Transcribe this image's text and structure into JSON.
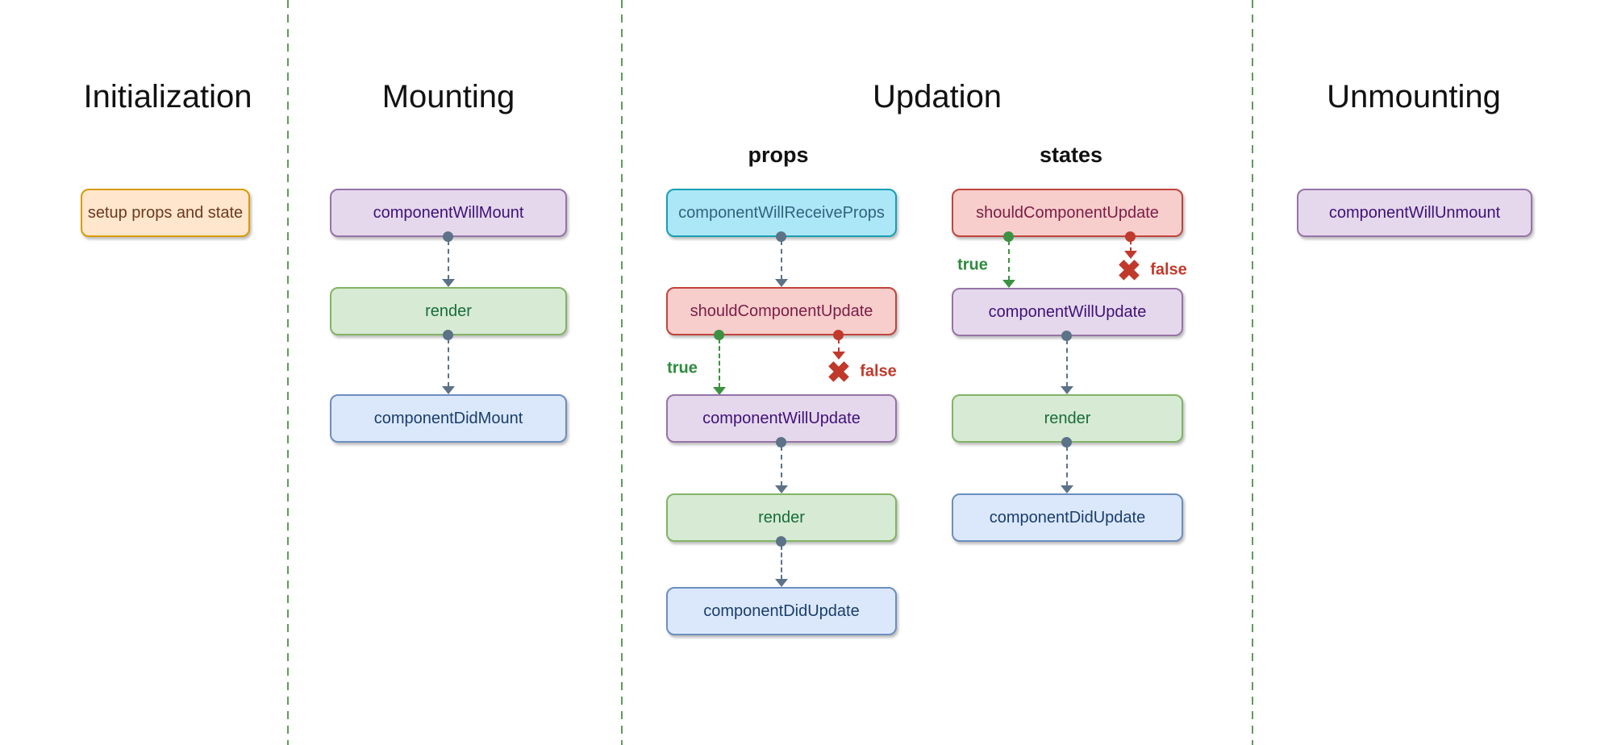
{
  "sections": {
    "initialization": {
      "title": "Initialization",
      "nodes": {
        "setup": {
          "label": "setup props and state"
        }
      }
    },
    "mounting": {
      "title": "Mounting",
      "nodes": {
        "component_will_mount": {
          "label": "componentWillMount"
        },
        "render": {
          "label": "render"
        },
        "component_did_mount": {
          "label": "componentDidMount"
        }
      }
    },
    "updation": {
      "title": "Updation",
      "props": {
        "subtitle": "props",
        "nodes": {
          "component_will_receive_props": {
            "label": "componentWillReceiveProps"
          },
          "should_component_update": {
            "label": "shouldComponentUpdate"
          },
          "component_will_update": {
            "label": "componentWillUpdate"
          },
          "render": {
            "label": "render"
          },
          "component_did_update": {
            "label": "componentDidUpdate"
          }
        },
        "branch": {
          "true_label": "true",
          "false_label": "false"
        }
      },
      "states": {
        "subtitle": "states",
        "nodes": {
          "should_component_update": {
            "label": "shouldComponentUpdate"
          },
          "component_will_update": {
            "label": "componentWillUpdate"
          },
          "render": {
            "label": "render"
          },
          "component_did_update": {
            "label": "componentDidUpdate"
          }
        },
        "branch": {
          "true_label": "true",
          "false_label": "false"
        }
      }
    },
    "unmounting": {
      "title": "Unmounting",
      "nodes": {
        "component_will_unmount": {
          "label": "componentWillUnmount"
        }
      }
    }
  },
  "icons": {
    "x_mark": "✖"
  },
  "colors": {
    "node_orange_fill": "#FFE6CC",
    "node_orange_border": "#D79B00",
    "node_orange_text": "#6B3A20",
    "node_purple_fill": "#E5D8EC",
    "node_purple_border": "#9673A6",
    "node_purple_text": "#3F1178",
    "node_green_fill": "#D7EAD3",
    "node_green_border": "#82B366",
    "node_green_text": "#186C3C",
    "node_blue_fill": "#DBE8FC",
    "node_blue_border": "#6C8EBF",
    "node_blue_text": "#1A3E6B",
    "node_red_fill": "#F8CECC",
    "node_red_border": "#C0443C",
    "node_red_text": "#7C1C47",
    "node_cyan_fill": "#ACE7F7",
    "node_cyan_border": "#16A0B3",
    "node_cyan_text": "#33627F",
    "flow_arrow": "#5C7287",
    "true_branch": "#2E8B3D",
    "false_branch": "#C0392B",
    "divider": "#5E9C57",
    "background": "#FFFFFF",
    "title_text": "#111111"
  }
}
